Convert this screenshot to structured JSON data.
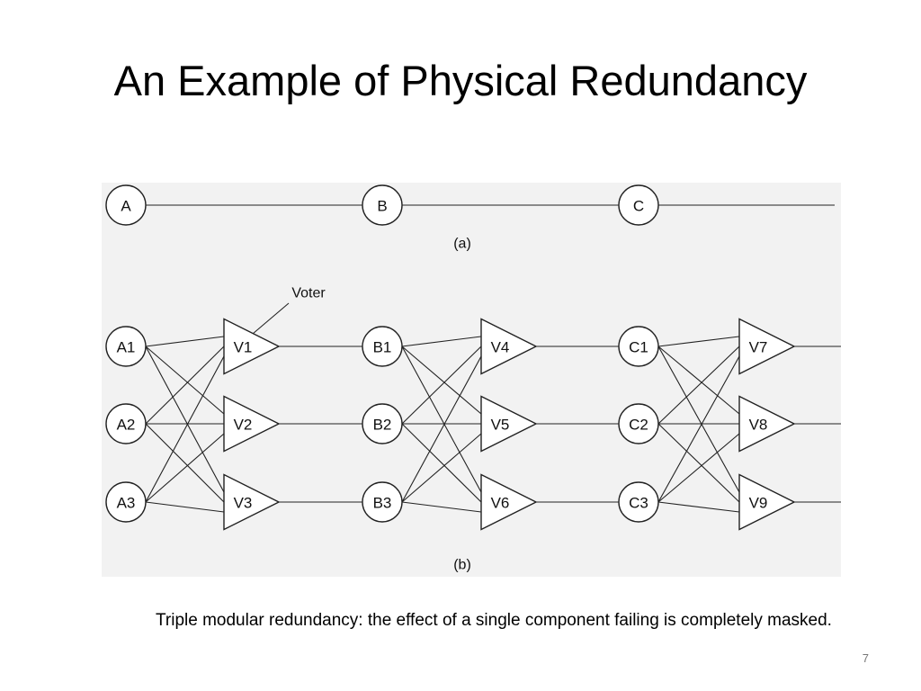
{
  "slide": {
    "title": "An Example of Physical Redundancy",
    "caption": "Triple modular redundancy: the effect of a single component failing is completely masked.",
    "page_number": "7"
  },
  "diagram": {
    "part_a": {
      "label": "(a)",
      "nodes": [
        "A",
        "B",
        "C"
      ]
    },
    "part_b": {
      "label": "(b)",
      "voter_label": "Voter",
      "stages": [
        {
          "inputs": [
            "A1",
            "A2",
            "A3"
          ],
          "voters": [
            "V1",
            "V2",
            "V3"
          ]
        },
        {
          "inputs": [
            "B1",
            "B2",
            "B3"
          ],
          "voters": [
            "V4",
            "V5",
            "V6"
          ]
        },
        {
          "inputs": [
            "C1",
            "C2",
            "C3"
          ],
          "voters": [
            "V7",
            "V8",
            "V9"
          ]
        }
      ]
    }
  }
}
